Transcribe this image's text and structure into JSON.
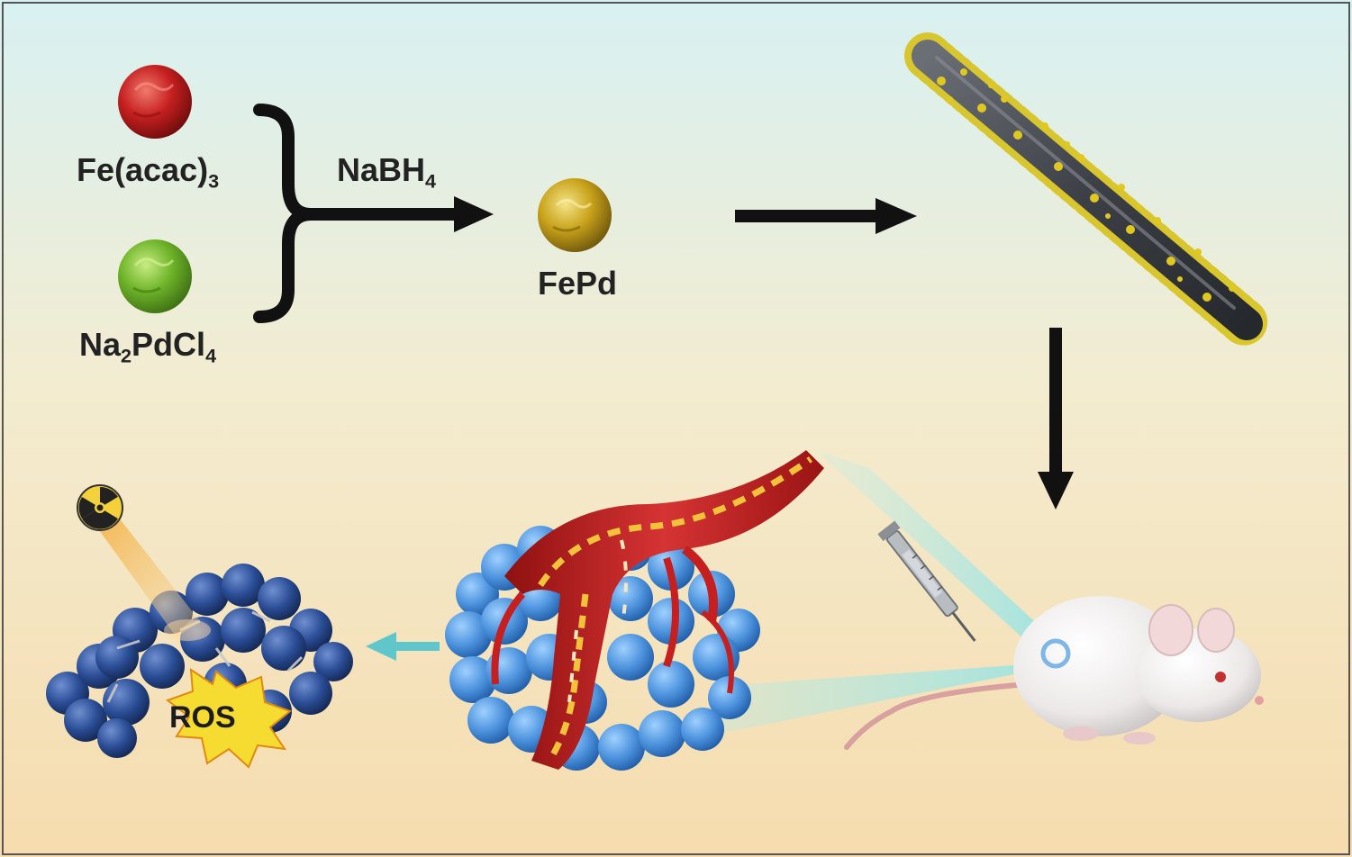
{
  "labels": {
    "fe_acac": {
      "main": "Fe(acac)",
      "sub": "3"
    },
    "na2pdcl4": {
      "p1": "Na",
      "s1": "2",
      "p2": "PdCl",
      "s2": "4"
    },
    "nabh4": {
      "main": "NaBH",
      "sub": "4"
    },
    "fepd": "FePd",
    "ros": "ROS"
  },
  "icons": [
    "radiation-icon",
    "syringe-icon",
    "mouse-icon"
  ],
  "colors": {
    "bg_top": "#d8f1f2",
    "bg_bottom": "#f6dcae",
    "fe_sphere": "#c62020",
    "pd_sphere": "#6fb52a",
    "fepd_sphere": "#c9a31a",
    "nanorod": "#3d4147",
    "nanorod_dots": "#d8c21c",
    "tumor_cells": "#4d93dd",
    "treated_cells": "#2a4d96",
    "vessel": "#c51f1f",
    "arrow": "#111111",
    "cyan_arrow": "#5fc6cc"
  }
}
